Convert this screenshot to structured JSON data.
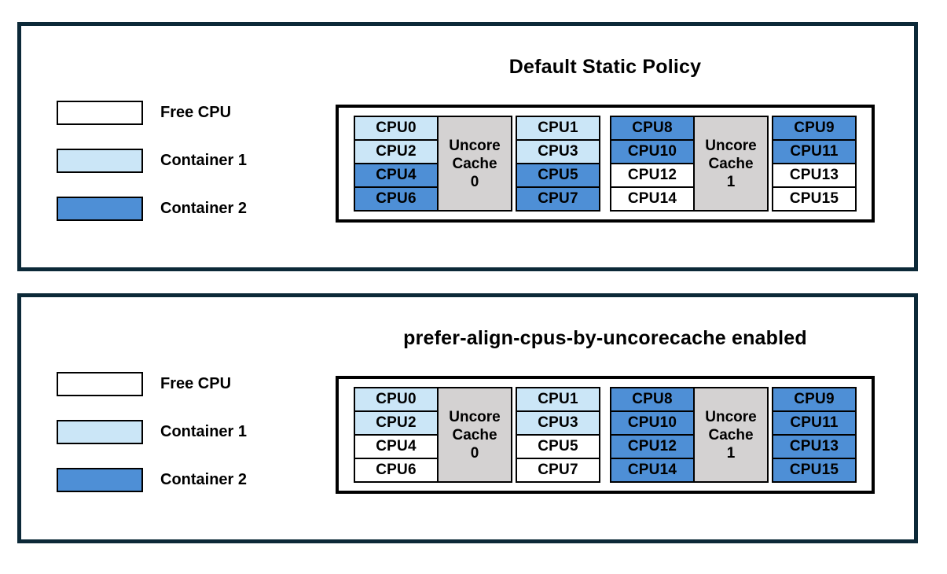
{
  "colors": {
    "free_cpu": "#ffffff",
    "container1": "#cbe6f7",
    "container2": "#4e8fd6",
    "cache_fill": "#d4d2d2",
    "frame_border": "#0c2938",
    "cell_border": "#000000",
    "text": "#000000"
  },
  "legend": {
    "items": [
      {
        "label": "Free CPU",
        "state": "free"
      },
      {
        "label": "Container 1",
        "state": "container1"
      },
      {
        "label": "Container 2",
        "state": "container2"
      }
    ]
  },
  "panels": [
    {
      "title": "Default Static Policy",
      "groups": [
        {
          "cache_lines": [
            "Uncore",
            "Cache",
            "0"
          ],
          "left_cpus": [
            {
              "label": "CPU0",
              "state": "container1"
            },
            {
              "label": "CPU2",
              "state": "container1"
            },
            {
              "label": "CPU4",
              "state": "container2"
            },
            {
              "label": "CPU6",
              "state": "container2"
            }
          ],
          "right_cpus": [
            {
              "label": "CPU1",
              "state": "container1"
            },
            {
              "label": "CPU3",
              "state": "container1"
            },
            {
              "label": "CPU5",
              "state": "container2"
            },
            {
              "label": "CPU7",
              "state": "container2"
            }
          ]
        },
        {
          "cache_lines": [
            "Uncore",
            "Cache",
            "1"
          ],
          "left_cpus": [
            {
              "label": "CPU8",
              "state": "container2"
            },
            {
              "label": "CPU10",
              "state": "container2"
            },
            {
              "label": "CPU12",
              "state": "free"
            },
            {
              "label": "CPU14",
              "state": "free"
            }
          ],
          "right_cpus": [
            {
              "label": "CPU9",
              "state": "container2"
            },
            {
              "label": "CPU11",
              "state": "container2"
            },
            {
              "label": "CPU13",
              "state": "free"
            },
            {
              "label": "CPU15",
              "state": "free"
            }
          ]
        }
      ]
    },
    {
      "title": "prefer-align-cpus-by-uncorecache enabled",
      "groups": [
        {
          "cache_lines": [
            "Uncore",
            "Cache",
            "0"
          ],
          "left_cpus": [
            {
              "label": "CPU0",
              "state": "container1"
            },
            {
              "label": "CPU2",
              "state": "container1"
            },
            {
              "label": "CPU4",
              "state": "free"
            },
            {
              "label": "CPU6",
              "state": "free"
            }
          ],
          "right_cpus": [
            {
              "label": "CPU1",
              "state": "container1"
            },
            {
              "label": "CPU3",
              "state": "container1"
            },
            {
              "label": "CPU5",
              "state": "free"
            },
            {
              "label": "CPU7",
              "state": "free"
            }
          ]
        },
        {
          "cache_lines": [
            "Uncore",
            "Cache",
            "1"
          ],
          "left_cpus": [
            {
              "label": "CPU8",
              "state": "container2"
            },
            {
              "label": "CPU10",
              "state": "container2"
            },
            {
              "label": "CPU12",
              "state": "container2"
            },
            {
              "label": "CPU14",
              "state": "container2"
            }
          ],
          "right_cpus": [
            {
              "label": "CPU9",
              "state": "container2"
            },
            {
              "label": "CPU11",
              "state": "container2"
            },
            {
              "label": "CPU13",
              "state": "container2"
            },
            {
              "label": "CPU15",
              "state": "container2"
            }
          ]
        }
      ]
    }
  ]
}
